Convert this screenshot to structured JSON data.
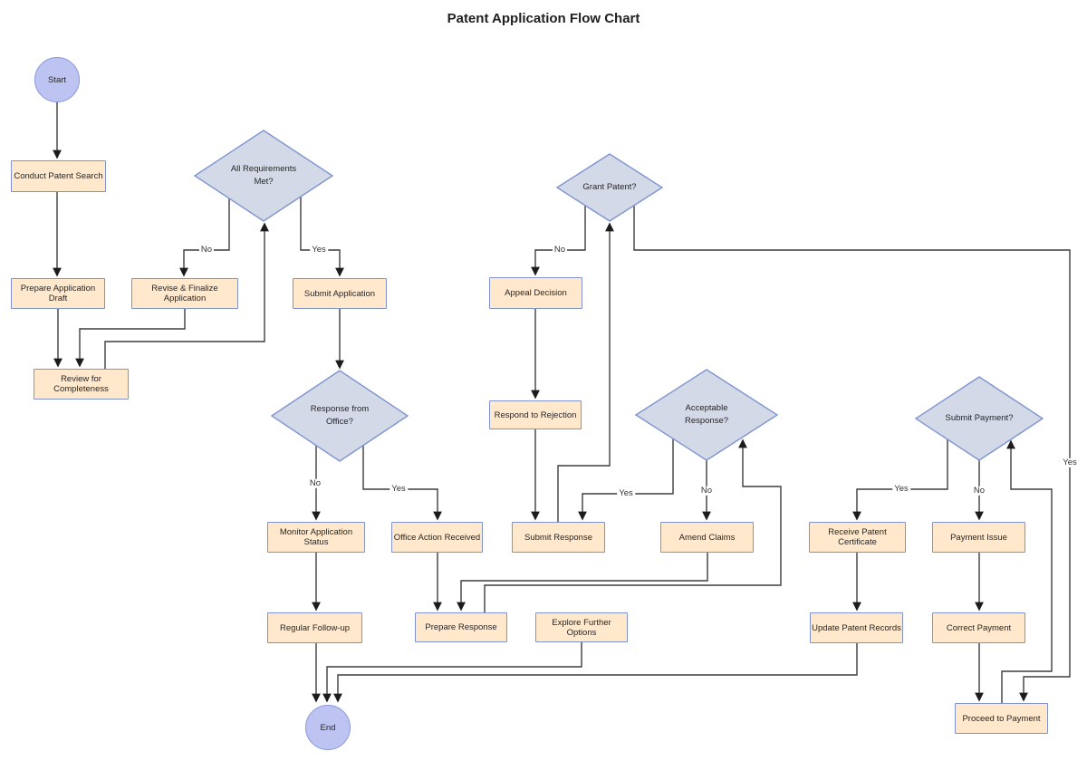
{
  "title": "Patent Application Flow Chart",
  "diagram_type": "flowchart",
  "colors": {
    "process_fill": "#ffe8cc",
    "process_border": "#8092cf",
    "decision_fill": "#d4d9e8",
    "decision_border": "#7e95cf",
    "terminal_fill": "#bdc4f2",
    "terminal_border": "#8896dd",
    "edge_line": "#3d3d3d",
    "text": "#262626"
  },
  "nodes": {
    "start": {
      "label": "Start",
      "type": "terminal"
    },
    "conduct_search": {
      "label": "Conduct Patent Search",
      "type": "process"
    },
    "all_requirements": {
      "label": "All Requirements\nMet?",
      "type": "decision"
    },
    "prepare_draft": {
      "label": "Prepare Application Draft",
      "type": "process"
    },
    "revise_finalize": {
      "label": "Revise & Finalize Application",
      "type": "process"
    },
    "submit_application": {
      "label": "Submit Application",
      "type": "process"
    },
    "review_completeness": {
      "label": "Review for Completeness",
      "type": "process"
    },
    "response_from_office": {
      "label": "Response from\nOffice?",
      "type": "decision"
    },
    "grant_patent": {
      "label": "Grant Patent?",
      "type": "decision"
    },
    "appeal_decision": {
      "label": "Appeal Decision",
      "type": "process"
    },
    "respond_rejection": {
      "label": "Respond to Rejection",
      "type": "process"
    },
    "acceptable_response": {
      "label": "Acceptable\nResponse?",
      "type": "decision"
    },
    "submit_payment": {
      "label": "Submit Payment?",
      "type": "decision"
    },
    "monitor_status": {
      "label": "Monitor Application Status",
      "type": "process"
    },
    "office_action": {
      "label": "Office Action Received",
      "type": "process"
    },
    "submit_response": {
      "label": "Submit Response",
      "type": "process"
    },
    "amend_claims": {
      "label": "Amend Claims",
      "type": "process"
    },
    "receive_certificate": {
      "label": "Receive Patent Certificate",
      "type": "process"
    },
    "payment_issue": {
      "label": "Payment Issue",
      "type": "process"
    },
    "regular_followup": {
      "label": "Regular Follow-up",
      "type": "process"
    },
    "prepare_response": {
      "label": "Prepare Response",
      "type": "process"
    },
    "explore_options": {
      "label": "Explore Further Options",
      "type": "process"
    },
    "update_records": {
      "label": "Update Patent Records",
      "type": "process"
    },
    "correct_payment": {
      "label": "Correct Payment",
      "type": "process"
    },
    "proceed_payment": {
      "label": "Proceed to Payment",
      "type": "process"
    },
    "end": {
      "label": "End",
      "type": "terminal"
    }
  },
  "edge_labels": {
    "all_requirements_no": "No",
    "all_requirements_yes": "Yes",
    "office_no": "No",
    "office_yes": "Yes",
    "grant_no": "No",
    "grant_yes": "Yes",
    "acceptable_yes": "Yes",
    "acceptable_no": "No",
    "payment_yes": "Yes",
    "payment_no": "No"
  }
}
